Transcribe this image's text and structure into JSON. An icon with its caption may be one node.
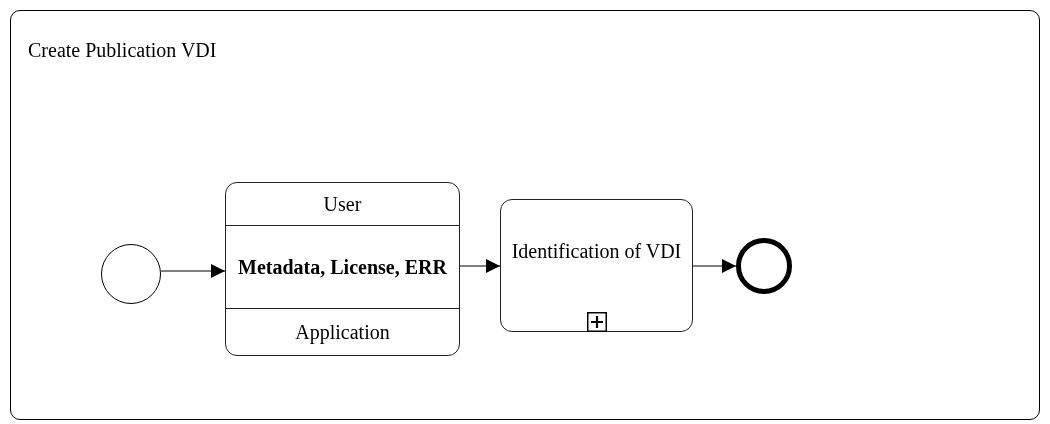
{
  "diagram": {
    "nodes": [
      {
        "text": [
          "Create Publication VDI"
        ]
      },
      {
        "text": [],
        "shape": "circle",
        "in": 0
      },
      {
        "text": [
          "User",
          "Metadata, License, ERR",
          "Application"
        ],
        "in": 0
      },
      {
        "text": [
          "Identification of VDI"
        ],
        "in": 0
      },
      {
        "text": [],
        "shape": "circle",
        "in": 0
      }
    ],
    "edges": [
      {
        "from": 1,
        "to": 2,
        "arrow": "to"
      },
      {
        "from": 2,
        "to": 3,
        "arrow": "to"
      },
      {
        "from": 3,
        "to": 4,
        "arrow": "to"
      }
    ]
  }
}
